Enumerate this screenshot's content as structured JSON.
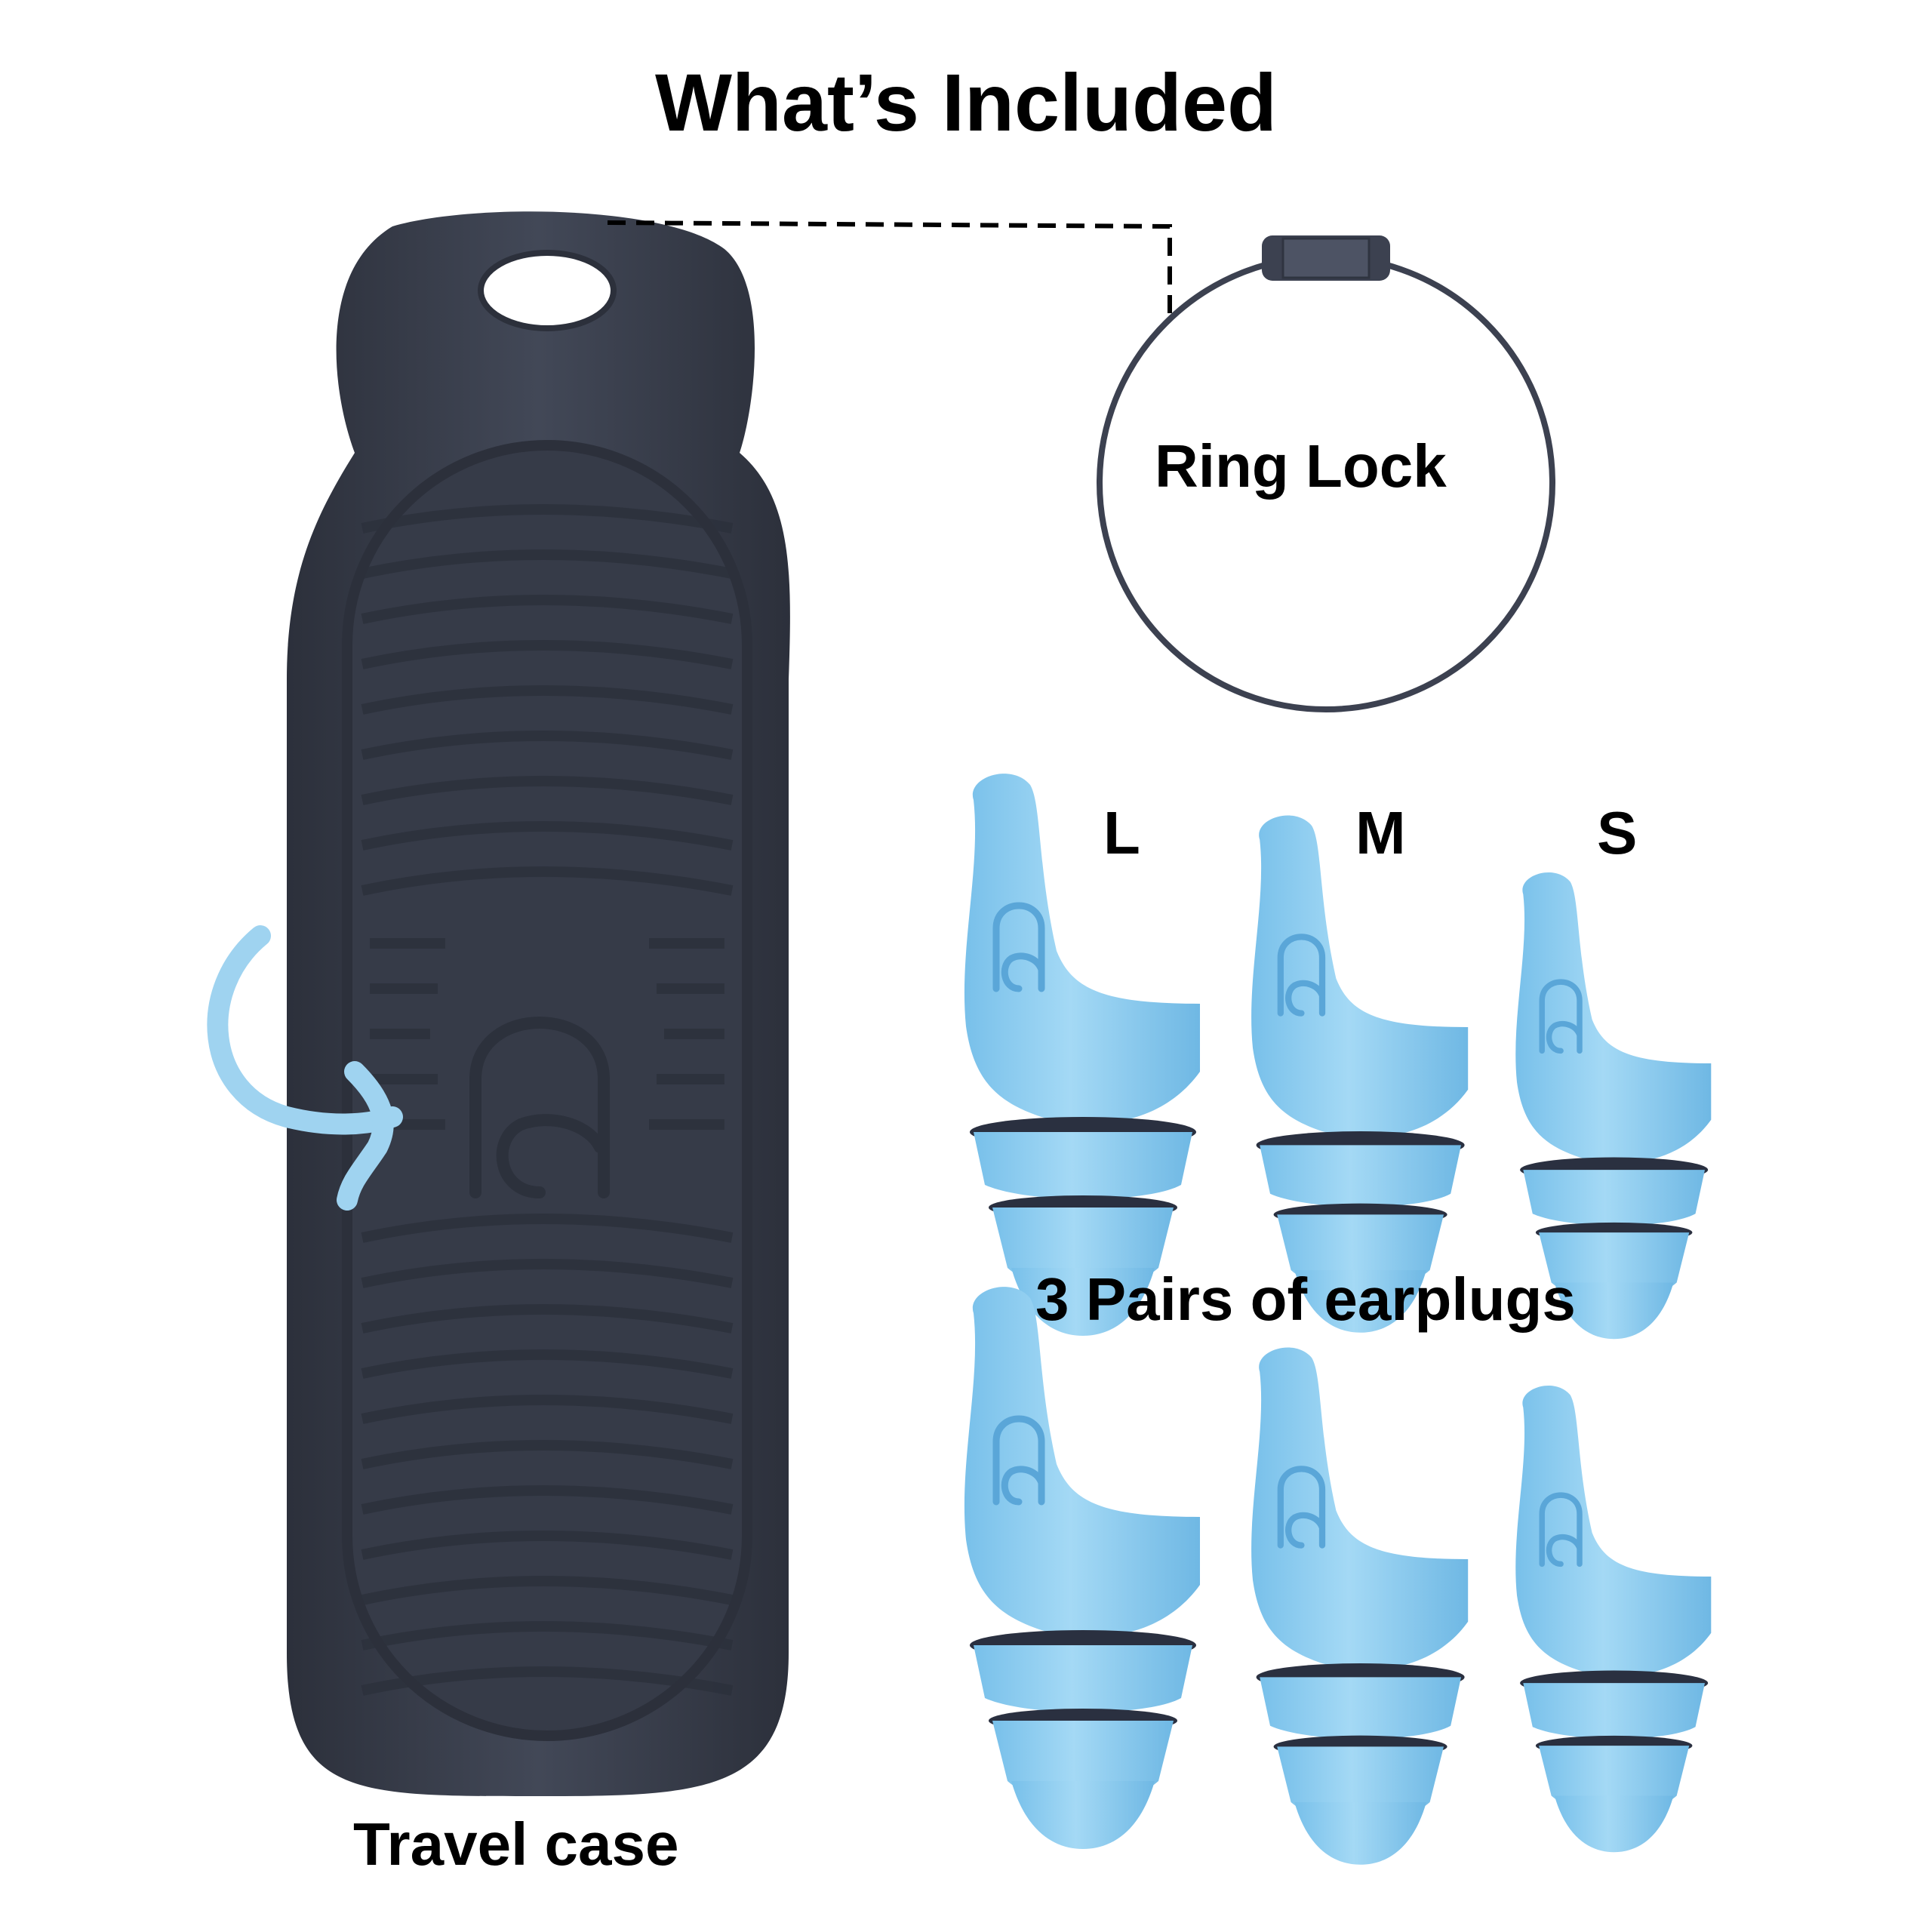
{
  "title": "What’s Included",
  "items": {
    "ring_lock": "Ring Lock",
    "travel_case": "Travel case",
    "earplugs": "3 Pairs of earplugs"
  },
  "sizes": [
    "L",
    "M",
    "S"
  ],
  "colors": {
    "case": "#3a3f4c",
    "case_dark": "#2f3440",
    "earplug": "#8ecdf0",
    "earplug_dark": "#6db6e3",
    "arrow": "#9fd3f0",
    "ring": "#3c4150"
  },
  "icons": [
    "travel-case-image",
    "ring-lock-image",
    "earplug-image",
    "curved-arrow-icon",
    "brand-logo-icon"
  ]
}
